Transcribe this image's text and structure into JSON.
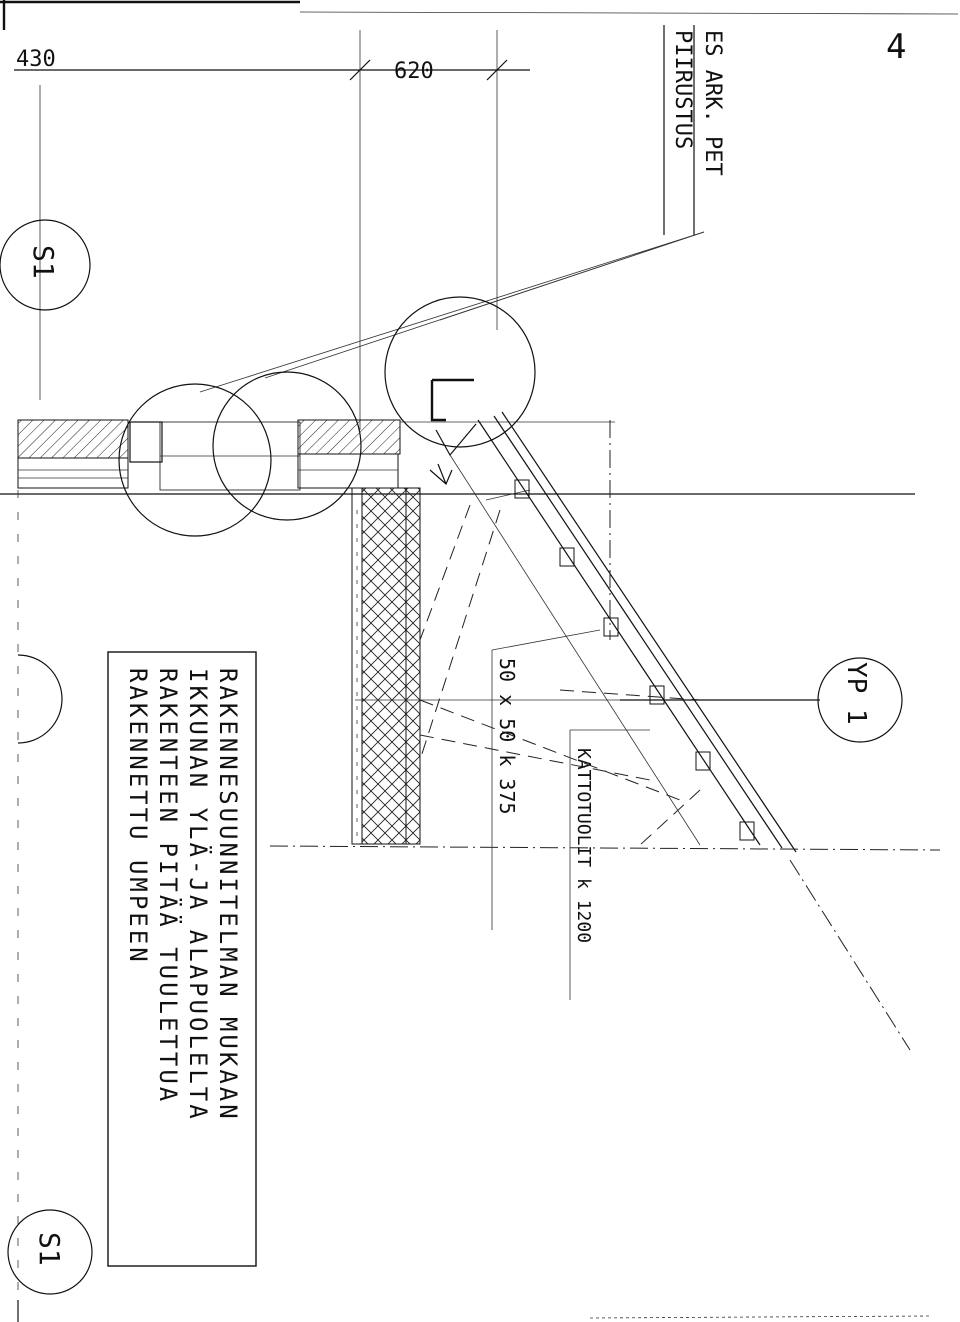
{
  "page_number": "4",
  "dimensions": {
    "left": "430",
    "middle": "620"
  },
  "reference_note": {
    "line1": "ES ARK. PET",
    "line2": "PIIRUSTUS"
  },
  "section_markers": {
    "top": "S1",
    "bottom": "S1",
    "right": "YP 1"
  },
  "batten_label": "50 x 50 k 375",
  "rafter_label": "KATTOTUOLIT k 1200",
  "main_note": {
    "line1": "RAKENNESUUNNITELMAN MUKAAN",
    "line2": "IKKUNAN YLÄ-JA ALAPUOLELTA",
    "line3": "RAKENTEEN PITÄÄ TUULETTUA",
    "line4": "RAKENNETTU UMPEEN"
  }
}
